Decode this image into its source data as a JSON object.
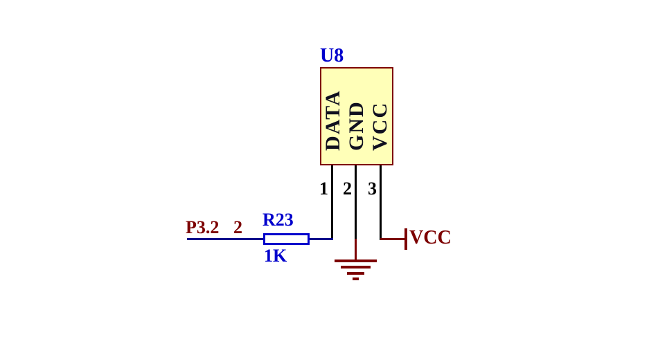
{
  "colors": {
    "wire_blue": "#00008B",
    "pin_black": "#000000",
    "power_maroon": "#7C0000",
    "symbol_blue": "#0000CC",
    "text_blue": "#0000CC",
    "pin_name_dark": "#101020",
    "component_fill": "#FFFFB8",
    "component_border": "#7E0000"
  },
  "component": {
    "designator": "U8",
    "pins": [
      {
        "number": "1",
        "name": "DATA"
      },
      {
        "number": "2",
        "name": "GND"
      },
      {
        "number": "3",
        "name": "VCC"
      }
    ]
  },
  "resistor": {
    "designator": "R23",
    "value": "1K"
  },
  "net": {
    "label": "P3.2",
    "pin_number": "2"
  },
  "power": {
    "vcc_label": "VCC",
    "gnd_symbol": "ground-icon"
  }
}
